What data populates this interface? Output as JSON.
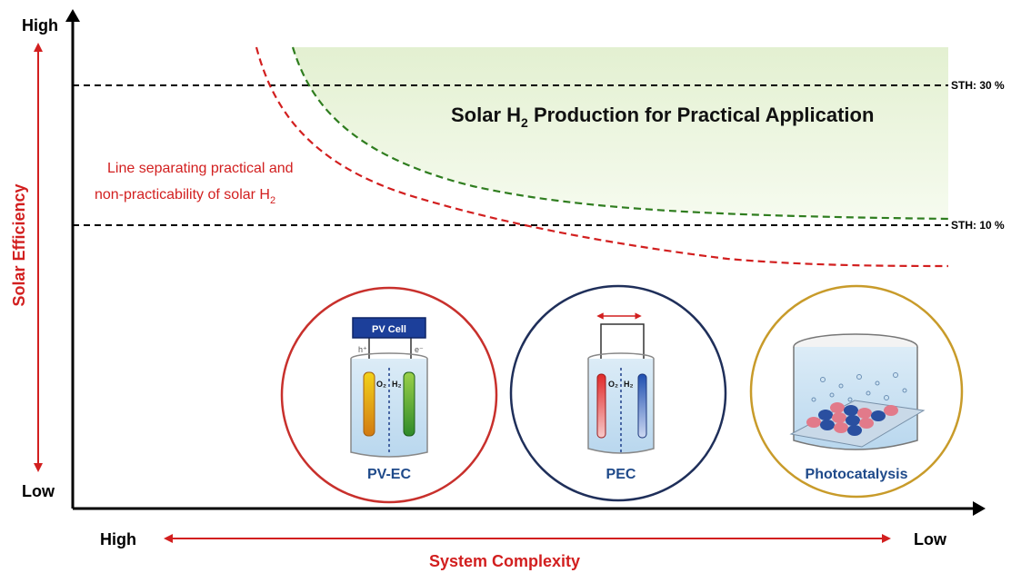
{
  "axes": {
    "y_high": "High",
    "y_low": "Low",
    "y_label": "Solar Efficiency",
    "x_high": "High",
    "x_low": "Low",
    "x_label": "System Complexity"
  },
  "reference_lines": {
    "sth_30": "STH: 30 %",
    "sth_10": "STH: 10 %"
  },
  "region": {
    "title_prefix": "Solar H",
    "title_sub": "2",
    "title_suffix": " Production for Practical Application"
  },
  "separator_note": {
    "line1": "Line separating practical and",
    "line2_prefix": "non-practicability of solar H",
    "line2_sub": "2"
  },
  "devices": {
    "pv_ec": {
      "label": "PV-EC",
      "pv_cell": "PV Cell",
      "h_plus": "h⁺",
      "e_minus": "e⁻",
      "gases_o2": "O₂",
      "gases_h2": "H₂"
    },
    "pec": {
      "label": "PEC",
      "gases_o2": "O₂",
      "gases_h2": "H₂"
    },
    "photocatalysis": {
      "label": "Photocatalysis"
    }
  },
  "colors": {
    "axis": "#000000",
    "red": "#d21f1f",
    "green_curve": "#2f7d1f",
    "region_fill": "#eaf4dd",
    "pv_ec_circle": "#c8302c",
    "pec_circle": "#1f2f5a",
    "photocat_circle": "#c89b2a",
    "device_label": "#1f4a8a"
  }
}
